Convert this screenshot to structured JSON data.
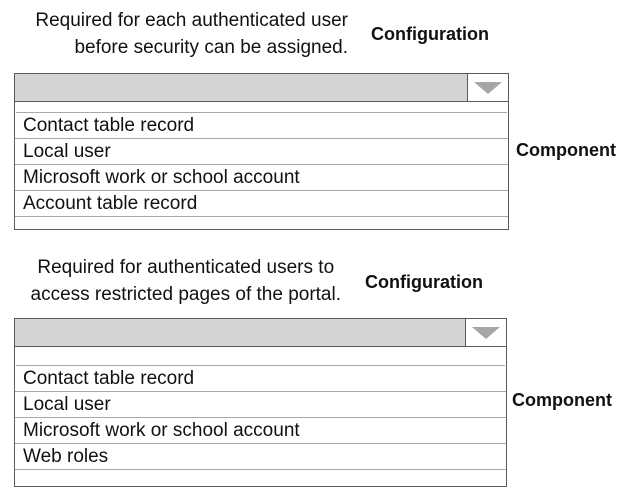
{
  "sections": [
    {
      "question_lines": [
        "Required for each authenticated user",
        "before security can be assigned."
      ],
      "configuration_label": "Configuration",
      "component_label": "Component",
      "options": [
        "Contact table record",
        "Local user",
        "Microsoft work or school account",
        "Account table record"
      ]
    },
    {
      "question_lines": [
        "Required for authenticated users to",
        "access restricted pages of the portal."
      ],
      "configuration_label": "Configuration",
      "component_label": "Component",
      "options": [
        "Contact table record",
        "Local user",
        "Microsoft work or school account",
        "Web roles"
      ]
    }
  ],
  "icons": {
    "dropdown_arrow": "chevron-down-icon",
    "arrow_color": "#a6a6a6",
    "header_color": "#d4d4d4"
  }
}
